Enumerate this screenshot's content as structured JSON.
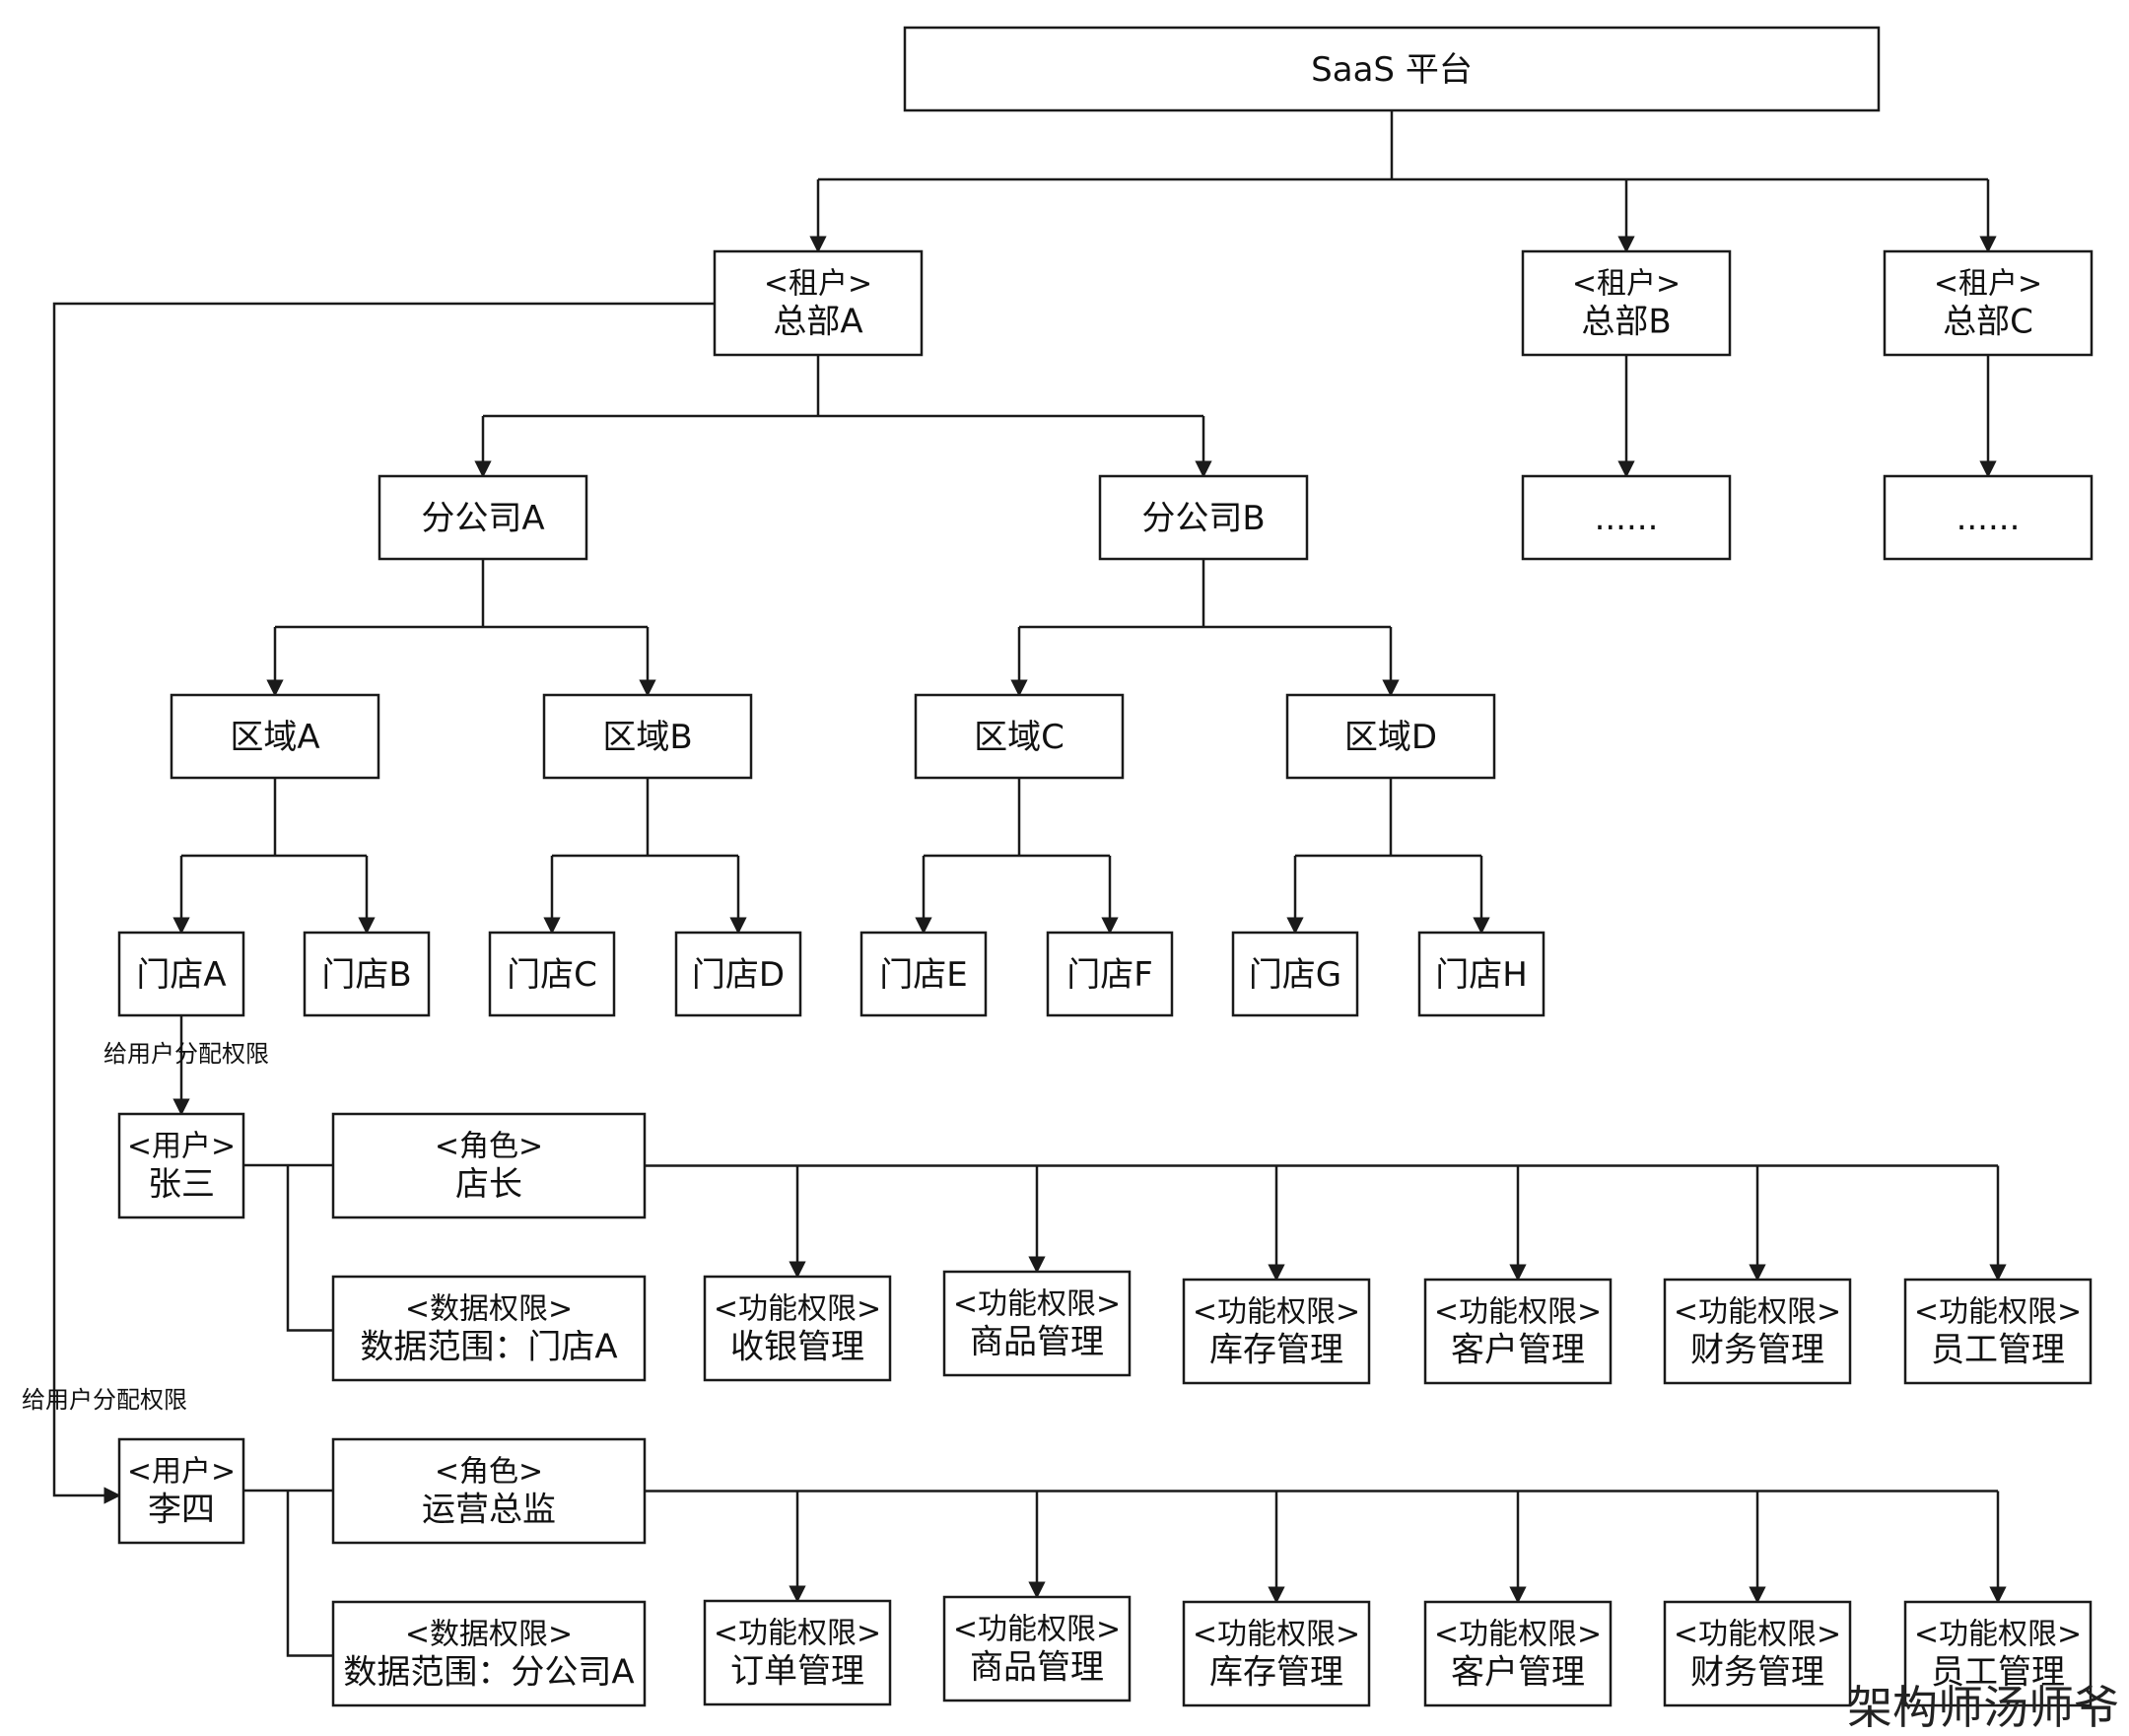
{
  "nodes": [
    {
      "id": "platform",
      "lines": [
        "SaaS 平台"
      ]
    },
    {
      "id": "hq_a",
      "lines": [
        "<租户>",
        "总部A"
      ]
    },
    {
      "id": "hq_b",
      "lines": [
        "<租户>",
        "总部B"
      ]
    },
    {
      "id": "hq_c",
      "lines": [
        "<租户>",
        "总部C"
      ]
    },
    {
      "id": "branch_a",
      "lines": [
        "分公司A"
      ]
    },
    {
      "id": "branch_b",
      "lines": [
        "分公司B"
      ]
    },
    {
      "id": "more_b",
      "lines": [
        "......"
      ]
    },
    {
      "id": "more_c",
      "lines": [
        "......"
      ]
    },
    {
      "id": "region_a",
      "lines": [
        "区域A"
      ]
    },
    {
      "id": "region_b",
      "lines": [
        "区域B"
      ]
    },
    {
      "id": "region_c",
      "lines": [
        "区域C"
      ]
    },
    {
      "id": "region_d",
      "lines": [
        "区域D"
      ]
    },
    {
      "id": "store_a",
      "lines": [
        "门店A"
      ]
    },
    {
      "id": "store_b",
      "lines": [
        "门店B"
      ]
    },
    {
      "id": "store_c",
      "lines": [
        "门店C"
      ]
    },
    {
      "id": "store_d",
      "lines": [
        "门店D"
      ]
    },
    {
      "id": "store_e",
      "lines": [
        "门店E"
      ]
    },
    {
      "id": "store_f",
      "lines": [
        "门店F"
      ]
    },
    {
      "id": "store_g",
      "lines": [
        "门店G"
      ]
    },
    {
      "id": "store_h",
      "lines": [
        "门店H"
      ]
    },
    {
      "id": "user_zhang",
      "lines": [
        "<用户>",
        "张三"
      ]
    },
    {
      "id": "role_manager",
      "lines": [
        "<角色>",
        "店长"
      ]
    },
    {
      "id": "data_perm_zhang",
      "lines": [
        "<数据权限>",
        "数据范围：门店A"
      ]
    },
    {
      "id": "func_z1",
      "lines": [
        "<功能权限>",
        "收银管理"
      ]
    },
    {
      "id": "func_z2",
      "lines": [
        "<功能权限>",
        "商品管理"
      ]
    },
    {
      "id": "func_z3",
      "lines": [
        "<功能权限>",
        "库存管理"
      ]
    },
    {
      "id": "func_z4",
      "lines": [
        "<功能权限>",
        "客户管理"
      ]
    },
    {
      "id": "func_z5",
      "lines": [
        "<功能权限>",
        "财务管理"
      ]
    },
    {
      "id": "func_z6",
      "lines": [
        "<功能权限>",
        "员工管理"
      ]
    },
    {
      "id": "user_li",
      "lines": [
        "<用户>",
        "李四"
      ]
    },
    {
      "id": "role_ops",
      "lines": [
        "<角色>",
        "运营总监"
      ]
    },
    {
      "id": "data_perm_li",
      "lines": [
        "<数据权限>",
        "数据范围：分公司A"
      ]
    },
    {
      "id": "func_l1",
      "lines": [
        "<功能权限>",
        "订单管理"
      ]
    },
    {
      "id": "func_l2",
      "lines": [
        "<功能权限>",
        "商品管理"
      ]
    },
    {
      "id": "func_l3",
      "lines": [
        "<功能权限>",
        "库存管理"
      ]
    },
    {
      "id": "func_l4",
      "lines": [
        "<功能权限>",
        "客户管理"
      ]
    },
    {
      "id": "func_l5",
      "lines": [
        "<功能权限>",
        "财务管理"
      ]
    },
    {
      "id": "func_l6",
      "lines": [
        "<功能权限>",
        "员工管理"
      ]
    }
  ],
  "edges": [
    {
      "from": "platform",
      "to": "hq_a"
    },
    {
      "from": "platform",
      "to": "hq_b"
    },
    {
      "from": "platform",
      "to": "hq_c"
    },
    {
      "from": "hq_a",
      "to": "branch_a"
    },
    {
      "from": "hq_a",
      "to": "branch_b"
    },
    {
      "from": "hq_b",
      "to": "more_b"
    },
    {
      "from": "hq_c",
      "to": "more_c"
    },
    {
      "from": "branch_a",
      "to": "region_a"
    },
    {
      "from": "branch_a",
      "to": "region_b"
    },
    {
      "from": "branch_b",
      "to": "region_c"
    },
    {
      "from": "branch_b",
      "to": "region_d"
    },
    {
      "from": "region_a",
      "to": "store_a"
    },
    {
      "from": "region_a",
      "to": "store_b"
    },
    {
      "from": "region_b",
      "to": "store_c"
    },
    {
      "from": "region_b",
      "to": "store_d"
    },
    {
      "from": "region_c",
      "to": "store_e"
    },
    {
      "from": "region_c",
      "to": "store_f"
    },
    {
      "from": "region_d",
      "to": "store_g"
    },
    {
      "from": "region_d",
      "to": "store_h"
    },
    {
      "from": "store_a",
      "to": "user_zhang",
      "label": "给用户分配权限"
    },
    {
      "from": "hq_a",
      "to": "user_li",
      "label": "给用户分配权限"
    },
    {
      "from": "user_zhang",
      "to": "role_manager"
    },
    {
      "from": "user_zhang",
      "to": "data_perm_zhang"
    },
    {
      "from": "role_manager",
      "to": "func_z1"
    },
    {
      "from": "role_manager",
      "to": "func_z2"
    },
    {
      "from": "role_manager",
      "to": "func_z3"
    },
    {
      "from": "role_manager",
      "to": "func_z4"
    },
    {
      "from": "role_manager",
      "to": "func_z5"
    },
    {
      "from": "role_manager",
      "to": "func_z6"
    },
    {
      "from": "user_li",
      "to": "role_ops"
    },
    {
      "from": "user_li",
      "to": "data_perm_li"
    },
    {
      "from": "role_ops",
      "to": "func_l1"
    },
    {
      "from": "role_ops",
      "to": "func_l2"
    },
    {
      "from": "role_ops",
      "to": "func_l3"
    },
    {
      "from": "role_ops",
      "to": "func_l4"
    },
    {
      "from": "role_ops",
      "to": "func_l5"
    },
    {
      "from": "role_ops",
      "to": "func_l6"
    }
  ],
  "watermark": "架构师汤师爷"
}
